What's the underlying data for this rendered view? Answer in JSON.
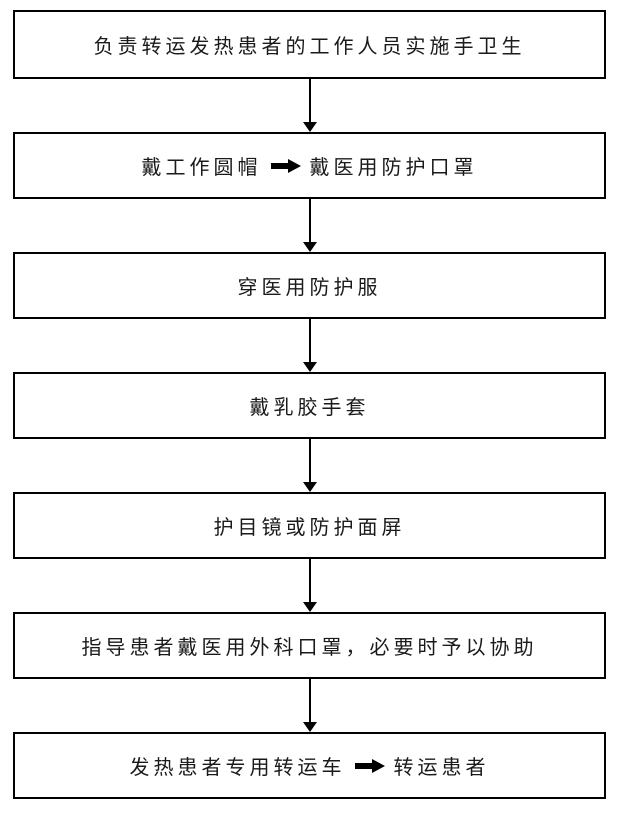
{
  "colors": {
    "border": "#000000",
    "background": "#ffffff",
    "text": "#1a1a1a",
    "arrow": "#000000"
  },
  "flowchart": {
    "steps": [
      {
        "text": "负责转运发热患者的工作人员实施手卫生"
      },
      {
        "parts": [
          "戴工作圆帽",
          "戴医用防护口罩"
        ]
      },
      {
        "text": "穿医用防护服"
      },
      {
        "text": "戴乳胶手套"
      },
      {
        "text": "护目镜或防护面屏"
      },
      {
        "text": "指导患者戴医用外科口罩，必要时予以协助"
      },
      {
        "parts": [
          "发热患者专用转运车",
          "转运患者"
        ]
      }
    ]
  }
}
